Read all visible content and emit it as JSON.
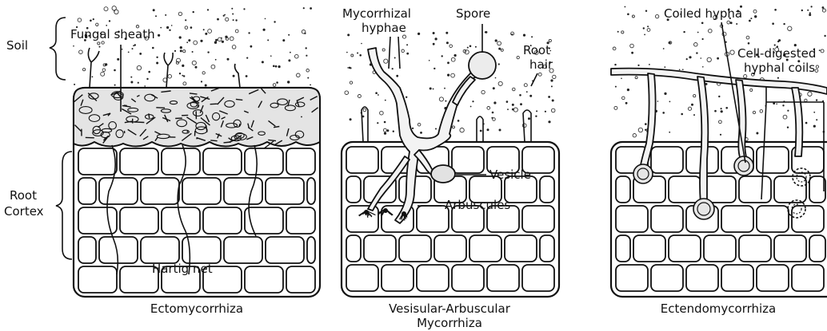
{
  "side_labels": {
    "soil": "Soil",
    "root_cortex_line1": "Root",
    "root_cortex_line2": "Cortex"
  },
  "panels": [
    {
      "caption_line1": "Ectomycorrhiza",
      "caption_line2": "",
      "labels": {
        "fungal_sheath": "Fungal sheath",
        "hartig_net": "Hartig net"
      }
    },
    {
      "caption_line1": "Vesisular-Arbuscular",
      "caption_line2": "Mycorrhiza",
      "labels": {
        "mycorrhizal_hyphae_line1": "Mycorrhizal",
        "mycorrhizal_hyphae_line2": "hyphae",
        "spore": "Spore",
        "root_hair_line1": "Root",
        "root_hair_line2": "hair",
        "vesicle": "Vesicle",
        "arbuscules": "Arbuscules"
      }
    },
    {
      "caption_line1": "Ectendomycorrhiza",
      "caption_line2": "",
      "labels": {
        "coiled_hypha": "Coiled hypha",
        "cell_digested_line1": "Cell-digested",
        "cell_digested_line2": "hyphal coils"
      }
    }
  ]
}
